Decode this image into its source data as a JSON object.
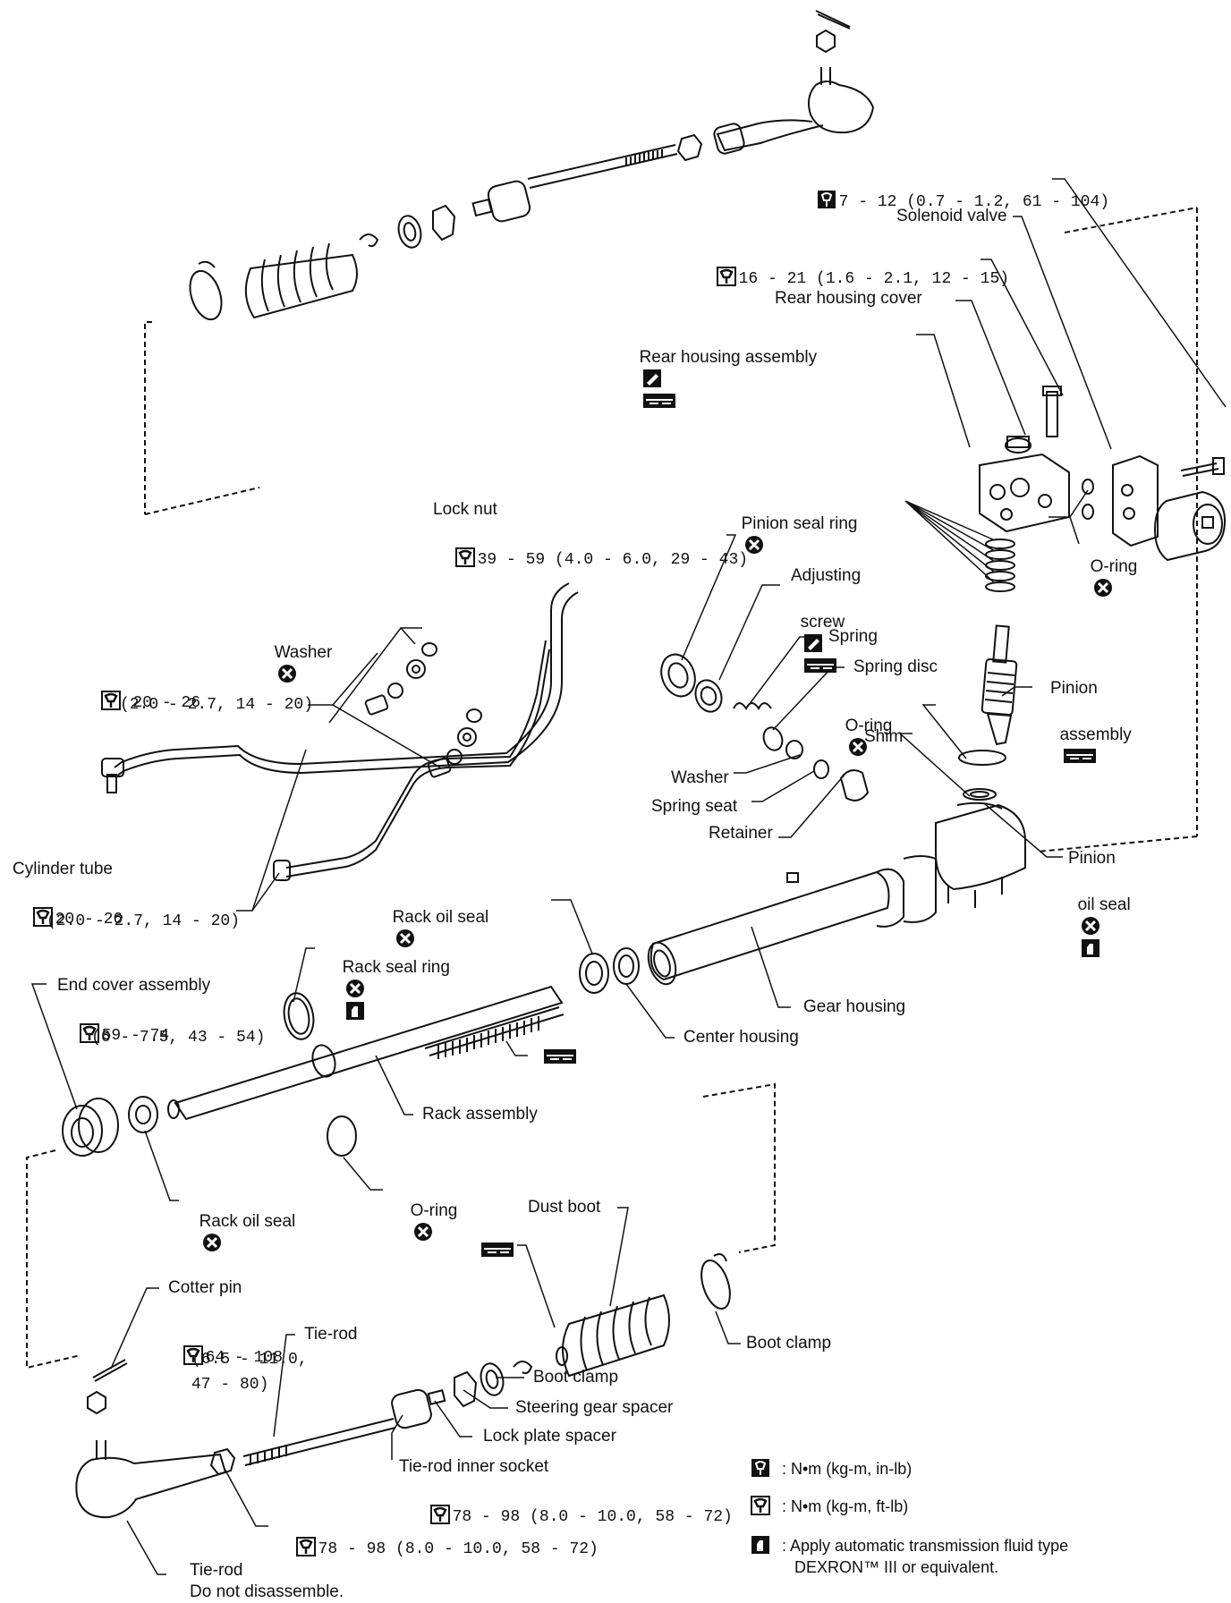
{
  "labels": {
    "torque_top": "7 - 12 (0.7 - 1.2, 61 - 104)",
    "solenoid_valve": "Solenoid valve",
    "torque_bolt": "16 - 21 (1.6 - 2.1, 12 - 15)",
    "rear_housing_cover": "Rear housing cover",
    "rear_housing_assembly": "Rear housing assembly",
    "pinion_seal_ring": "Pinion seal ring",
    "o_ring_right": "O-ring",
    "lock_nut": "Lock nut",
    "lock_nut_torque": "39 - 59 (4.0 - 6.0, 29 - 43)",
    "adjusting": "Adjusting",
    "screw": "screw",
    "spring": "Spring",
    "spring_disc": "Spring disc",
    "washer_top": "Washer",
    "torque_20_26": "20 - 26",
    "torque_20_26_sub": "(2.0 - 2.7, 14 - 20)",
    "pinion": "Pinion",
    "assembly": "assembly",
    "o_ring_mid": "O-ring",
    "shim": "Shim",
    "washer_mid": "Washer",
    "spring_seat": "Spring seat",
    "retainer": "Retainer",
    "cylinder_tube": "Cylinder tube",
    "cyl_torque": "20 - 26",
    "cyl_torque_sub": "(2.0 - 2.7, 14 - 20)",
    "pinion_oil": "Pinion",
    "oil_seal": "oil seal",
    "rack_oil_seal_top": "Rack oil seal",
    "rack_seal_ring": "Rack seal ring",
    "end_cover_assembly": "End cover assembly",
    "end_cover_torque": "59 - 74",
    "end_cover_torque_sub": "(6 - 7.5, 43 - 54)",
    "gear_housing": "Gear housing",
    "center_housing": "Center housing",
    "rack_assembly": "Rack assembly",
    "o_ring_low": "O-ring",
    "rack_oil_seal_low": "Rack oil seal",
    "dust_boot": "Dust boot",
    "cotter_pin": "Cotter pin",
    "nut_torque": "64 - 108",
    "nut_torque_2": "(6.5 - 11.0,",
    "nut_torque_3": "47 - 80)",
    "tie_rod_upper": "Tie-rod",
    "boot_clamp_right": "Boot clamp",
    "boot_clamp_low": "Boot clamp",
    "steering_gear_spacer": "Steering gear spacer",
    "lock_plate_spacer": "Lock plate spacer",
    "tie_rod_inner_socket": "Tie-rod inner socket",
    "inner_socket_torque": "78 - 98 (8.0 - 10.0, 58 - 72)",
    "lock_nut_low_torque": "78 - 98 (8.0 - 10.0, 58 - 72)",
    "tie_rod_low": "Tie-rod",
    "do_not_disassemble": "Do not disassemble."
  },
  "legend": {
    "in_lb": ": N•m (kg-m, in-lb)",
    "ft_lb": ": N•m (kg-m, ft-lb)",
    "fluid_1": ": Apply automatic transmission fluid type",
    "fluid_2": "DEXRON™ III or equivalent."
  },
  "icons": {
    "torque_in_lb": "torque-wrench-in-lb-icon",
    "torque_ft_lb": "torque-wrench-ft-lb-icon",
    "replace": "replace-x-icon",
    "atf": "fluid-bottle-icon",
    "grease": "grease-icon",
    "sealant": "sealant-icon"
  }
}
